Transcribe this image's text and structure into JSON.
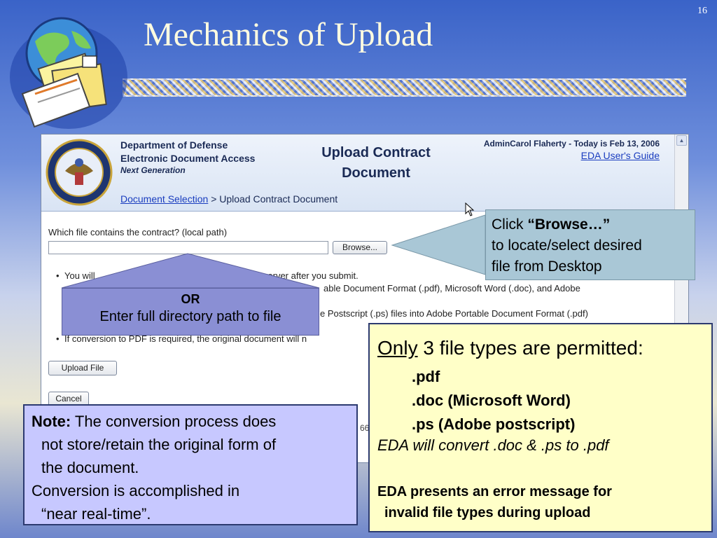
{
  "slide": {
    "number": "16",
    "title": "Mechanics of Upload"
  },
  "web_page": {
    "org_line1": "Department of Defense",
    "org_line2": "Electronic Document Access",
    "org_sub": "Next Generation",
    "heading_line1": "Upload Contract",
    "heading_line2": "Document",
    "user_line": "AdminCarol Flaherty - Today is Feb 13, 2006",
    "guide_link": "EDA User's Guide",
    "breadcrumb_link": "Document Selection",
    "breadcrumb_sep": ">",
    "breadcrumb_current": "Upload Contract Document",
    "question": "Which file contains the contract? (local path)",
    "path_value": "",
    "browse_label": "Browse...",
    "bullet1_a": "You will",
    "bullet1_b": "ment on the EDA server after you submit.",
    "bullet2_b": "able Document Format (.pdf), Microsoft Word (.doc), and Adobe",
    "bullet3_b": "e Postscript (.ps) files into Adobe Portable Document Format (.pdf)",
    "bullet4_a": "If conversion to PDF is required, the original document will n",
    "upload_label": "Upload File",
    "cancel_label": "Cancel",
    "fragment": "66"
  },
  "callouts": {
    "or_label": "OR",
    "or_text": "Enter full directory path to file",
    "browse_prefix": "Click ",
    "browse_bold": "“Browse…”",
    "browse_line2": "to locate/select desired",
    "browse_line3": "file from Desktop"
  },
  "types_box": {
    "only": "Only",
    "head_rest": " 3 file types are permitted:",
    "items": [
      ".pdf",
      ".doc (Microsoft Word)",
      ".ps (Adobe postscript)"
    ],
    "convert": "EDA will convert .doc & .ps to .pdf",
    "error_line1": "EDA presents an error message for",
    "error_line2": "invalid file types during upload"
  },
  "note_box": {
    "label": "Note:",
    "line1_rest": " The conversion process does",
    "line2": "not store/retain the original form of",
    "line3": "the document.",
    "line4": "Conversion is accomplished in",
    "line5": "“near real-time”."
  },
  "colors": {
    "or_callout": "#8a8fd4",
    "browse_callout": "#a9c7d6",
    "types_box": "#ffffc8",
    "note_box": "#c7c8ff",
    "title": "#fffbe0"
  },
  "icons": [
    "globe-documents-clipart",
    "dod-seal-icon",
    "mouse-cursor-icon",
    "scroll-up-arrow-icon"
  ]
}
